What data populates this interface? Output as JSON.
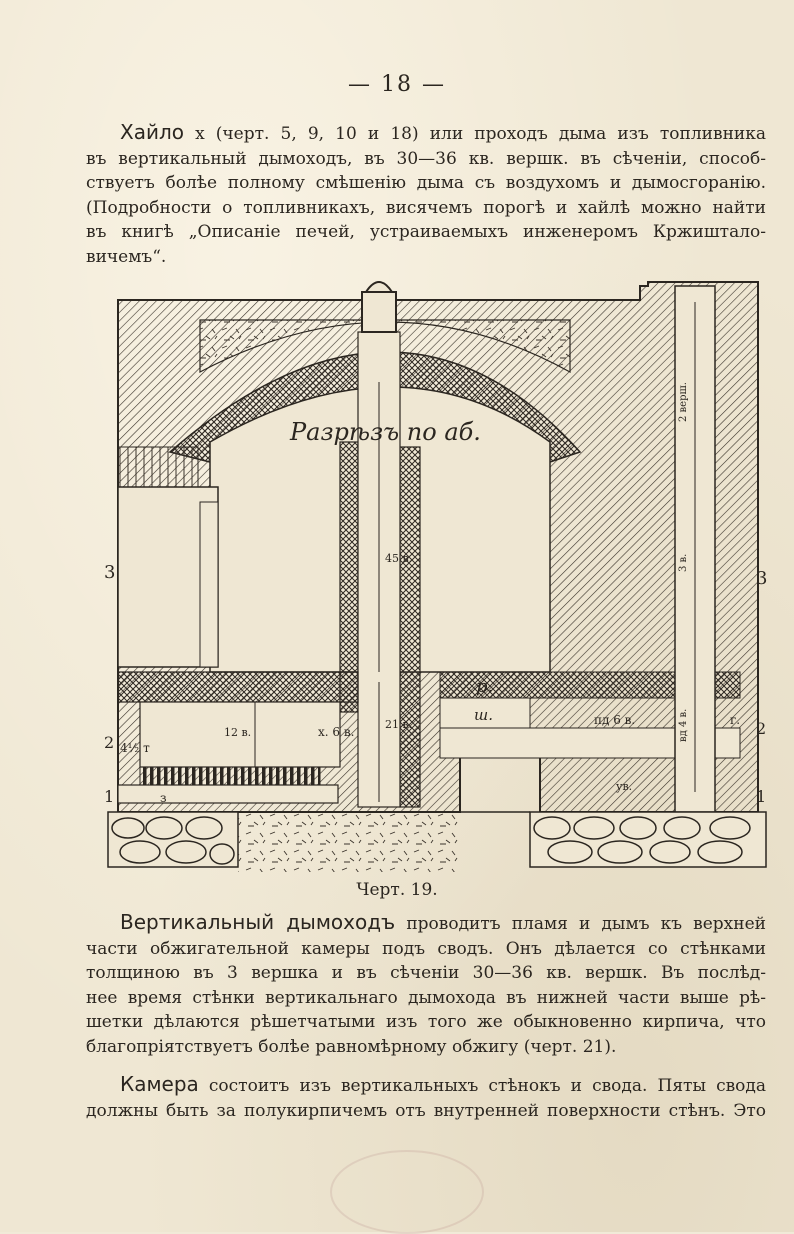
{
  "page_number": "— 18 —",
  "paragraph1": {
    "lead": "Хайло",
    "lines": [
      "x (черт. 5, 9, 10 и 18) или проходъ дыма изъ топливника",
      "въ вертикальный дымоходъ, въ 30—36 кв. вершк. въ сѣченіи, способ-",
      "ствуетъ болѣе полному смѣшенію дыма съ воздухомъ и дымосгоранію.",
      "(Подробности о топливникахъ, висячемъ порогѣ и хайлѣ можно найти",
      "въ книгѣ „Описаніе печей, устраиваемыхъ инженеромъ Кржишталo-",
      "вичемъ“."
    ]
  },
  "figure": {
    "title_label": "Разрѣзъ по аб.",
    "labels": {
      "dim_45": "45 в.",
      "dim_21": "21 в.",
      "dim_12": "12 в.",
      "x6": "х. 6 в.",
      "r": "р.",
      "sh": "ш.",
      "pd": "пд 6 в.",
      "g": "г.",
      "m": "4½ т",
      "z": "з",
      "uv": "ув.",
      "side3": "3",
      "side2": "2",
      "side1": "1",
      "vert_top": "2 верш.",
      "vert_mid": "3 в.",
      "vert_low": "вд 4 в."
    }
  },
  "caption": "Черт. 19.",
  "paragraph2": {
    "lead": "Вертикальный дымоходъ",
    "lines": [
      "проводитъ пламя и дымъ къ верхней",
      "части обжигательной камеры подъ сводъ. Онъ дѣлается со стѣнками",
      "толщиною въ 3 вершка и въ сѣченіи 30—36 кв. вершк. Въ послѣд-",
      "нее время стѣнки вертикальнаго дымохода въ нижней части выше рѣ-",
      "шетки дѣлаются рѣшетчатыми изъ того же обыкновенно кирпича, что",
      "благопріятствуетъ болѣе равномѣрному обжигу (черт. 21)."
    ]
  },
  "paragraph3": {
    "lead": "Камера",
    "lines": [
      "состоитъ изъ вертикальныхъ стѣнокъ и свода. Пяты свода",
      "должны быть за полукирпичемъ отъ внутренней поверхности стѣнъ. Это"
    ]
  }
}
